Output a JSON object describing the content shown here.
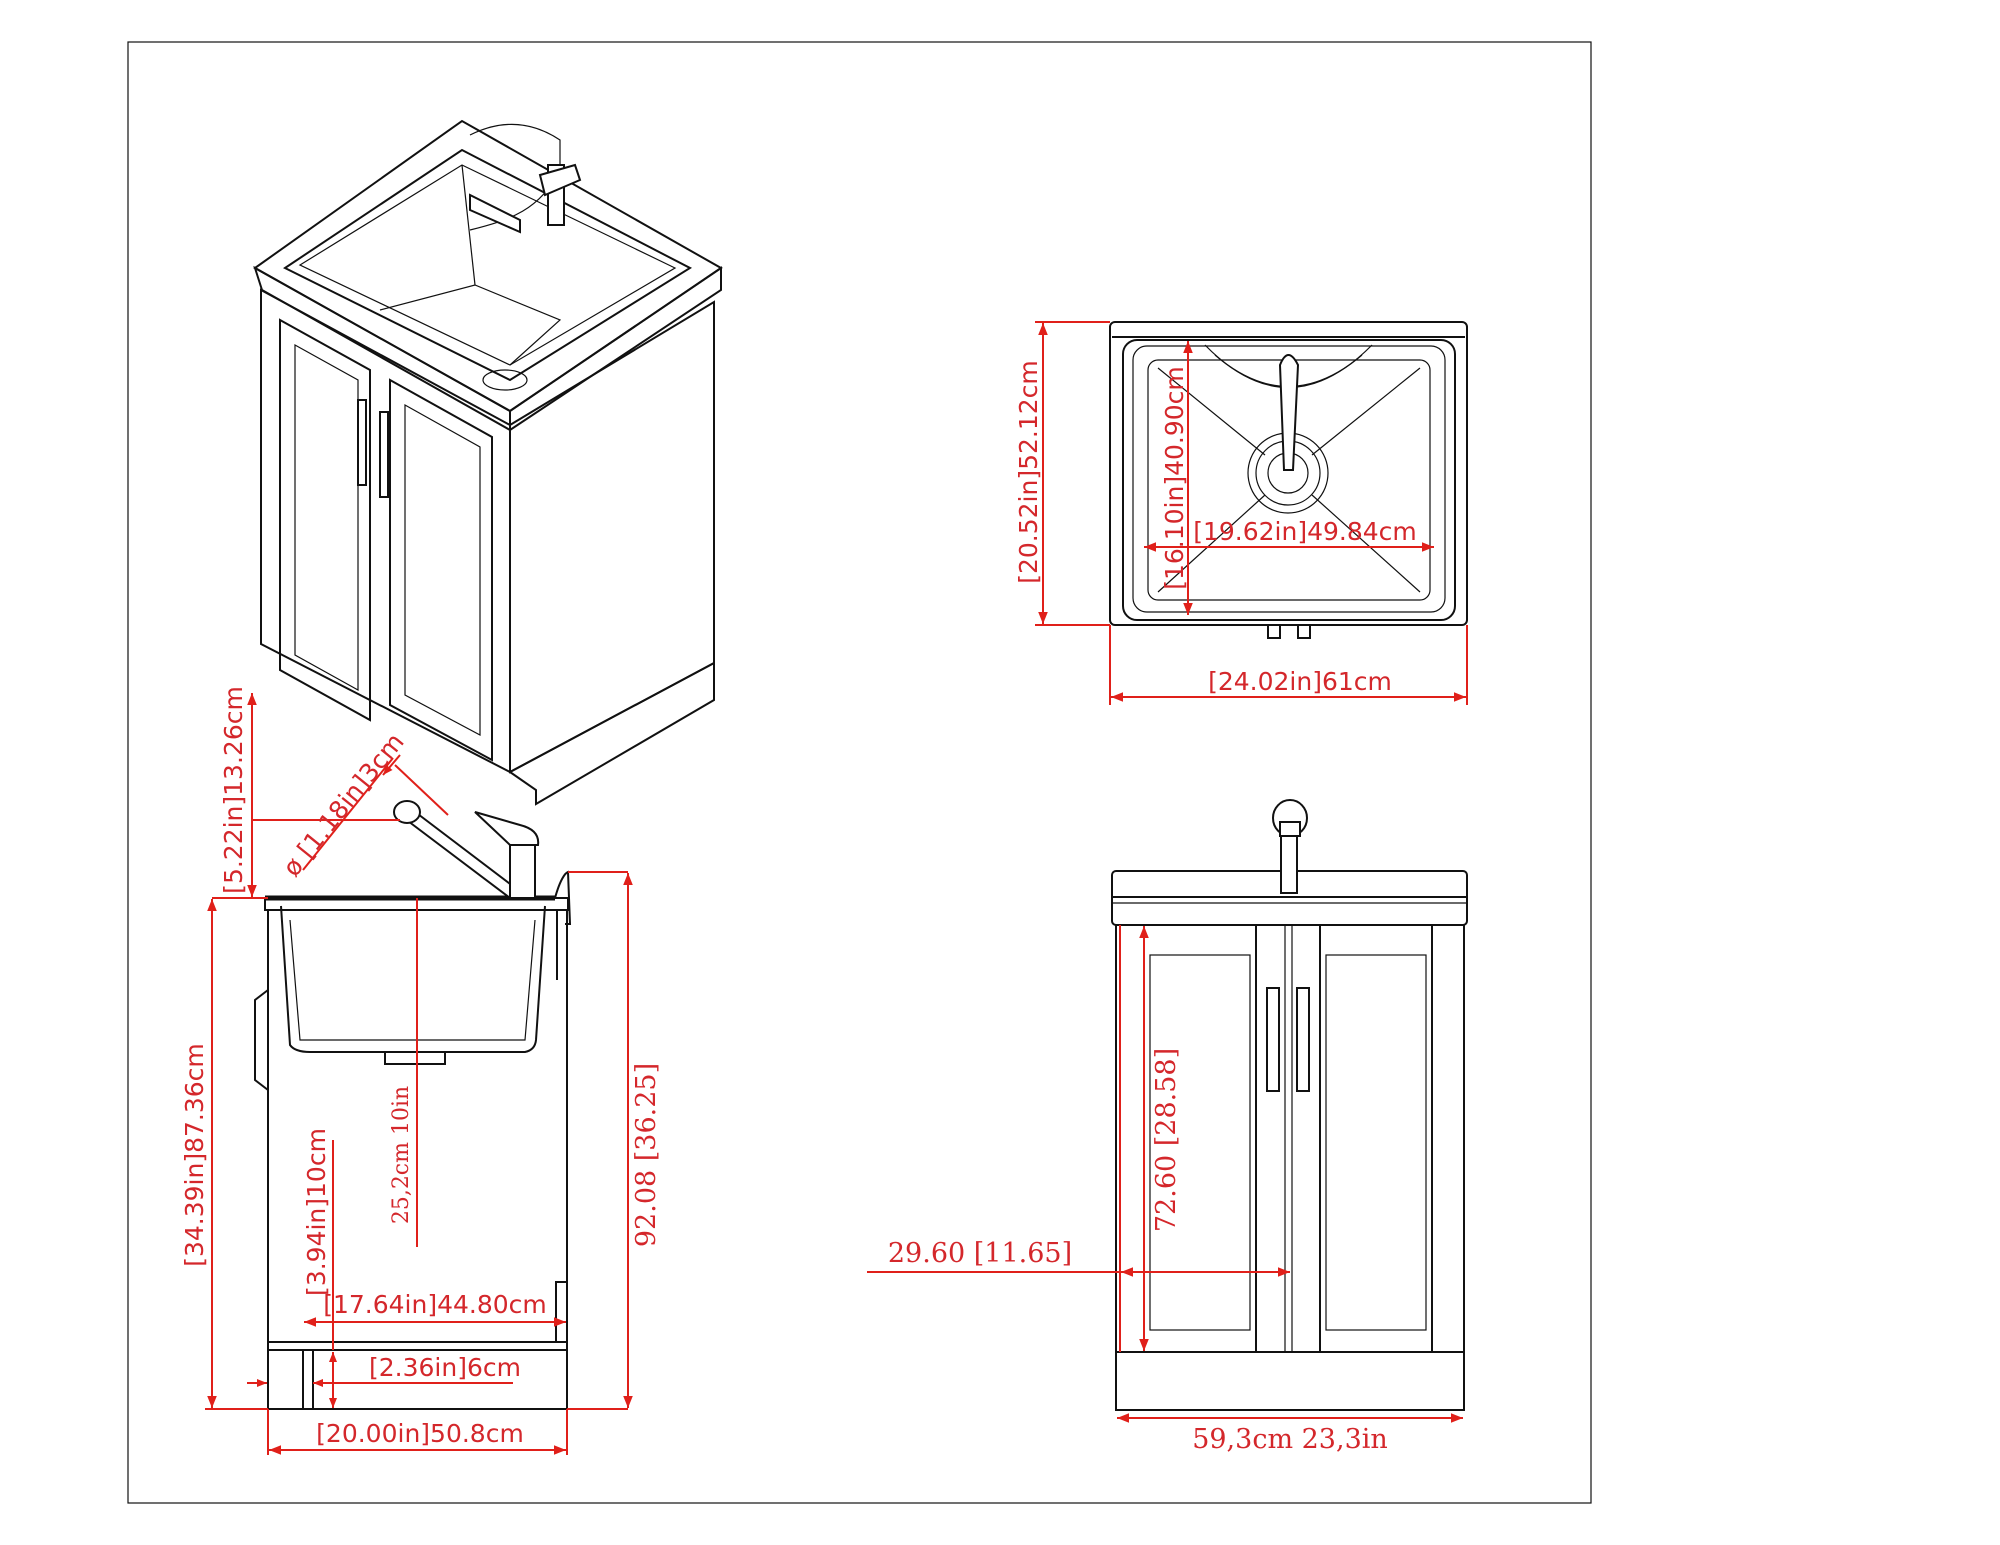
{
  "colors": {
    "dimension": "#e0201a",
    "outline": "#111111",
    "background": "#ffffff"
  },
  "side_view": {
    "faucet_height": "[5.22in]13.26cm",
    "faucet_diameter": "ø [1.18in]3cm",
    "counter_height": "[34.39in]87.36cm",
    "total_height": "92.08 [36.25]",
    "sink_depth": "25,2cm 10in",
    "toe_kick_height": "[3.94in]10cm",
    "inner_depth": "[17.64in]44.80cm",
    "toe_kick_depth": "[2.36in]6cm",
    "total_depth": "[20.00in]50.8cm"
  },
  "top_view": {
    "outer_depth": "[20.52in]52.12cm",
    "basin_depth": "[16.10in]40.90cm",
    "basin_width": "[19.62in]49.84cm",
    "outer_width": "[24.02in]61cm"
  },
  "front_view": {
    "door_width": "29.60 [11.65]",
    "door_height": "72.60 [28.58]",
    "total_width": "59,3cm 23,3in"
  }
}
